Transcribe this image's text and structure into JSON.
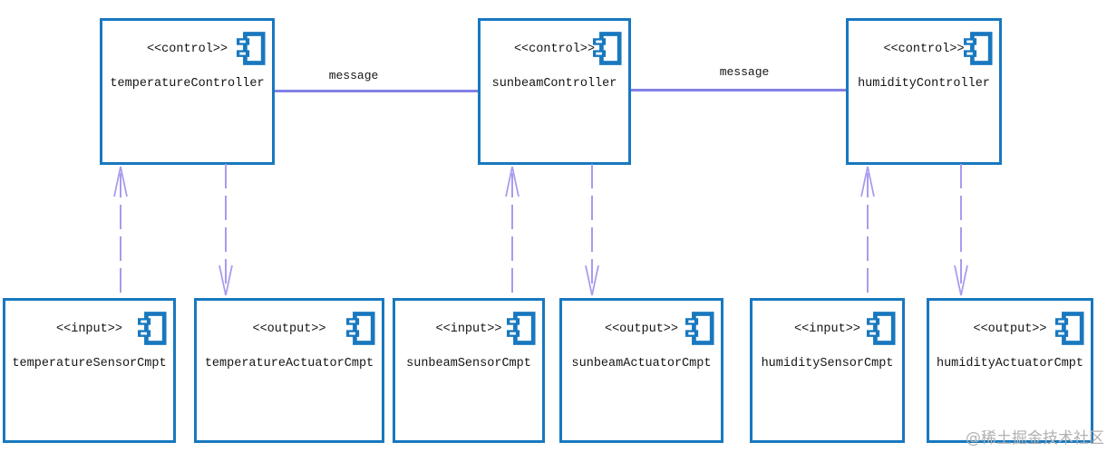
{
  "diagram": {
    "type": "uml-component-diagram",
    "colors": {
      "box_border": "#1878bf",
      "icon_blue": "#1878bf",
      "message_line": "#8280e4",
      "dashed_arrow": "#a79cee",
      "text": "#141414",
      "watermark": "#b3b1b1",
      "background": "#ffffff"
    },
    "nodes": [
      {
        "stereotype": "<<control>>",
        "name": "temperatureController"
      },
      {
        "stereotype": "<<control>>",
        "name": "sunbeamController"
      },
      {
        "stereotype": "<<control>>",
        "name": "humidityController"
      },
      {
        "stereotype": "<<input>>",
        "name": "temperatureSensorCmpt"
      },
      {
        "stereotype": "<<output>>",
        "name": "temperatureActuatorCmpt"
      },
      {
        "stereotype": "<<input>>",
        "name": "sunbeamSensorCmpt"
      },
      {
        "stereotype": "<<output>>",
        "name": "sunbeamActuatorCmpt"
      },
      {
        "stereotype": "<<input>>",
        "name": "humiditySensorCmpt"
      },
      {
        "stereotype": "<<output>>",
        "name": "humidityActuatorCmpt"
      }
    ],
    "edges": [
      {
        "label": "message",
        "from": "temperatureController",
        "to": "sunbeamController",
        "style": "solid"
      },
      {
        "label": "message",
        "from": "sunbeamController",
        "to": "humidityController",
        "style": "solid"
      },
      {
        "from": "temperatureSensorCmpt",
        "to": "temperatureController",
        "style": "dashed-arrow",
        "direction": "up"
      },
      {
        "from": "temperatureController",
        "to": "temperatureActuatorCmpt",
        "style": "dashed-arrow",
        "direction": "down"
      },
      {
        "from": "sunbeamSensorCmpt",
        "to": "sunbeamController",
        "style": "dashed-arrow",
        "direction": "up"
      },
      {
        "from": "sunbeamController",
        "to": "sunbeamActuatorCmpt",
        "style": "dashed-arrow",
        "direction": "down"
      },
      {
        "from": "humiditySensorCmpt",
        "to": "humidityController",
        "style": "dashed-arrow",
        "direction": "up"
      },
      {
        "from": "humidityController",
        "to": "humidityActuatorCmpt",
        "style": "dashed-arrow",
        "direction": "down"
      }
    ],
    "watermark": "@稀土掘金技术社区"
  }
}
